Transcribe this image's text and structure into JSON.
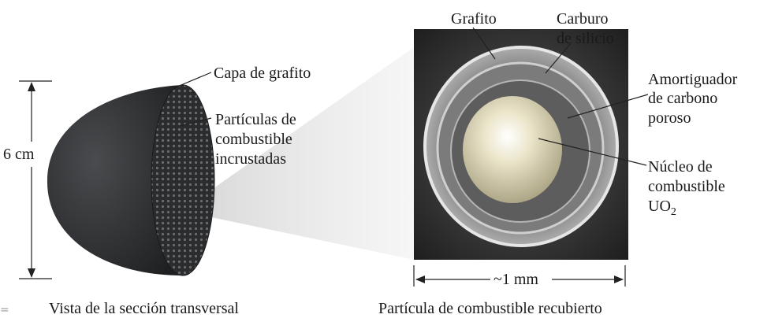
{
  "left": {
    "dimension_label": "6 cm",
    "callouts": {
      "graphite_layer": "Capa de grafito",
      "particles": [
        "Partículas de",
        "combustible",
        "incrustadas"
      ]
    },
    "caption": "Vista de la sección transversal"
  },
  "right": {
    "callouts": {
      "graphite": "Grafito",
      "silicon_carbide": [
        "Carburo",
        "de silicio"
      ],
      "buffer": [
        "Amortiguador",
        "de carbono",
        "poroso"
      ],
      "core": [
        "Núcleo de",
        "combustible"
      ],
      "core_formula": "UO",
      "core_formula_sub": "2"
    },
    "scale_label": "~1 mm",
    "caption": "Partícula de combustible recubierto"
  },
  "colors": {
    "sphere_shell": "#2e2f31",
    "photo_bg": "#3a3a3a",
    "kernel": "#ddd6b8"
  }
}
